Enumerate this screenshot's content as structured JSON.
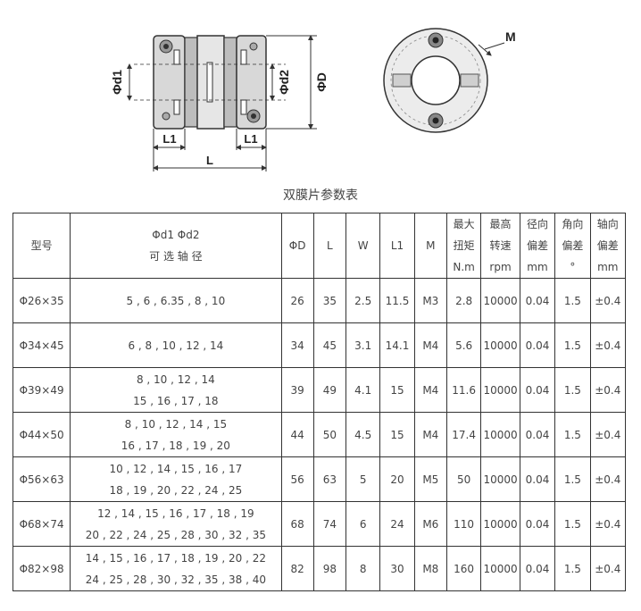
{
  "drawing": {
    "labels": {
      "d1": "Φd1",
      "d2": "Φd2",
      "D": "ΦD",
      "L1_left": "L1",
      "L1_right": "L1",
      "L": "L",
      "M": "M"
    }
  },
  "caption": "双膜片参数表",
  "table": {
    "headers": {
      "model": "型号",
      "bore_line1": "Φd1  Φd2",
      "bore_line2": "可 选 轴 径",
      "D": "ΦD",
      "L": "L",
      "W": "W",
      "L1": "L1",
      "M": "M",
      "torque": [
        "最大",
        "扭矩",
        "N.m"
      ],
      "speed": [
        "最高",
        "转速",
        "rpm"
      ],
      "radial": [
        "径向",
        "偏差",
        "mm"
      ],
      "angular": [
        "角向",
        "偏差",
        "°"
      ],
      "axial": [
        "轴向",
        "偏差",
        "mm"
      ]
    },
    "rows": [
      {
        "model": "Φ26×35",
        "bore1": "5 , 6 , 6.35 , 8 , 10",
        "bore2": "",
        "D": "26",
        "L": "35",
        "W": "2.5",
        "L1": "11.5",
        "M": "M3",
        "torque": "2.8",
        "speed": "10000",
        "radial": "0.04",
        "angular": "1.5",
        "axial": "±0.4"
      },
      {
        "model": "Φ34×45",
        "bore1": "6 , 8 , 10 , 12 , 14",
        "bore2": "",
        "D": "34",
        "L": "45",
        "W": "3.1",
        "L1": "14.1",
        "M": "M4",
        "torque": "5.6",
        "speed": "10000",
        "radial": "0.04",
        "angular": "1.5",
        "axial": "±0.4"
      },
      {
        "model": "Φ39×49",
        "bore1": "8 , 10 , 12 , 14",
        "bore2": "15 , 16 , 17 , 18",
        "D": "39",
        "L": "49",
        "W": "4.1",
        "L1": "15",
        "M": "M4",
        "torque": "11.6",
        "speed": "10000",
        "radial": "0.04",
        "angular": "1.5",
        "axial": "±0.4"
      },
      {
        "model": "Φ44×50",
        "bore1": "8 , 10 , 12 , 14 , 15",
        "bore2": "16 , 17 , 18 , 19 , 20",
        "D": "44",
        "L": "50",
        "W": "4.5",
        "L1": "15",
        "M": "M4",
        "torque": "17.4",
        "speed": "10000",
        "radial": "0.04",
        "angular": "1.5",
        "axial": "±0.4"
      },
      {
        "model": "Φ56×63",
        "bore1": "10 , 12 , 14 , 15 , 16 , 17",
        "bore2": "18 , 19 , 20 , 22 , 24 , 25",
        "D": "56",
        "L": "63",
        "W": "5",
        "L1": "20",
        "M": "M5",
        "torque": "50",
        "speed": "10000",
        "radial": "0.04",
        "angular": "1.5",
        "axial": "±0.4"
      },
      {
        "model": "Φ68×74",
        "bore1": "12 , 14 , 15 , 16 , 17 , 18 , 19",
        "bore2": "20 , 22 , 24 , 25 , 28 , 30 , 32 , 35",
        "D": "68",
        "L": "74",
        "W": "6",
        "L1": "24",
        "M": "M6",
        "torque": "110",
        "speed": "10000",
        "radial": "0.04",
        "angular": "1.5",
        "axial": "±0.4"
      },
      {
        "model": "Φ82×98",
        "bore1": "14 , 15 , 16 , 17 , 18 , 19 , 20 , 22",
        "bore2": "24 , 25 , 28 , 30 , 32 , 35 , 38 , 40",
        "D": "82",
        "L": "98",
        "W": "8",
        "L1": "30",
        "M": "M8",
        "torque": "160",
        "speed": "10000",
        "radial": "0.04",
        "angular": "1.5",
        "axial": "±0.4"
      }
    ]
  }
}
